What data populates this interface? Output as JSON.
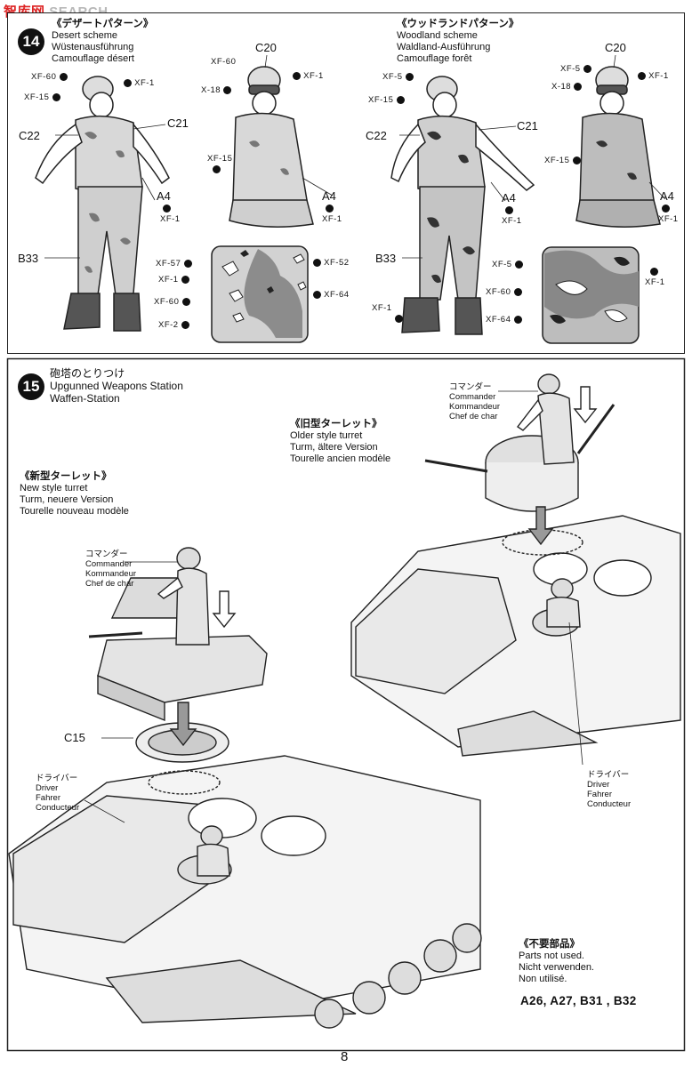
{
  "watermark": {
    "cn": "智库网",
    "en": "SEARCH"
  },
  "step14": {
    "number": "14",
    "desert": {
      "title": "《デザートパターン》",
      "lines": [
        "Desert scheme",
        "Wüstenausführung",
        "Camouflage désert"
      ]
    },
    "woodland": {
      "title": "《ウッドランドパターン》",
      "lines": [
        "Woodland scheme",
        "Waldland-Ausführung",
        "Camouflage forêt"
      ]
    },
    "desert_labels": {
      "xf60_head": "XF-60",
      "xf1_head": "XF-1",
      "xf15_body": "XF-15",
      "c21": "C21",
      "c22": "C22",
      "a4": "A4",
      "xf1_a4": "XF-1",
      "b33": "B33",
      "c20": "C20",
      "xf60_k": "XF-60",
      "xf1_k": "XF-1",
      "x18_k": "X-18",
      "xf15_k": "XF-15",
      "a4_k": "A4",
      "xf1_k2": "XF-1",
      "sw_xf57": "XF-57",
      "sw_xf1": "XF-1",
      "sw_xf60": "XF-60",
      "sw_xf2": "XF-2",
      "sw_xf52": "XF-52",
      "sw_xf64": "XF-64"
    },
    "woodland_labels": {
      "xf5_head": "XF-5",
      "xf15_body": "XF-15",
      "c21": "C21",
      "c22": "C22",
      "a4": "A4",
      "xf1_a4": "XF-1",
      "b33": "B33",
      "xf1_boot": "XF-1",
      "c20": "C20",
      "xf5_k": "XF-5",
      "xf1_k": "XF-1",
      "x18_k": "X-18",
      "xf15_k": "XF-15",
      "a4_k": "A4",
      "xf1_k2": "XF-1",
      "sw_xf5": "XF-5",
      "sw_xf60": "XF-60",
      "sw_xf64": "XF-64",
      "sw_xf1": "XF-1"
    }
  },
  "step15": {
    "number": "15",
    "title_lines": [
      "砲塔のとりつけ",
      "Upgunned Weapons Station",
      "Waffen-Station"
    ],
    "old_turret": {
      "title": "《旧型ターレット》",
      "lines": [
        "Older style turret",
        "Turm, ältere Version",
        "Tourelle ancien modèle"
      ]
    },
    "new_turret": {
      "title": "《新型ターレット》",
      "lines": [
        "New style turret",
        "Turm, neuere Version",
        "Tourelle nouveau modèle"
      ]
    },
    "commander_top": {
      "title": "コマンダー",
      "lines": [
        "Commander",
        "Kommandeur",
        "Chef de char"
      ]
    },
    "commander_left": {
      "title": "コマンダー",
      "lines": [
        "Commander",
        "Kommandeur",
        "Chef de char"
      ]
    },
    "driver_left": {
      "title": "ドライバー",
      "lines": [
        "Driver",
        "Fahrer",
        "Conducteur"
      ]
    },
    "driver_right": {
      "title": "ドライバー",
      "lines": [
        "Driver",
        "Fahrer",
        "Conducteur"
      ]
    },
    "c15": "C15",
    "unused": {
      "title": "《不要部品》",
      "lines": [
        "Parts not used.",
        "Nicht verwenden.",
        "Non utilisé."
      ],
      "parts": "A26, A27, B31 , B32"
    }
  },
  "page_number": "8"
}
